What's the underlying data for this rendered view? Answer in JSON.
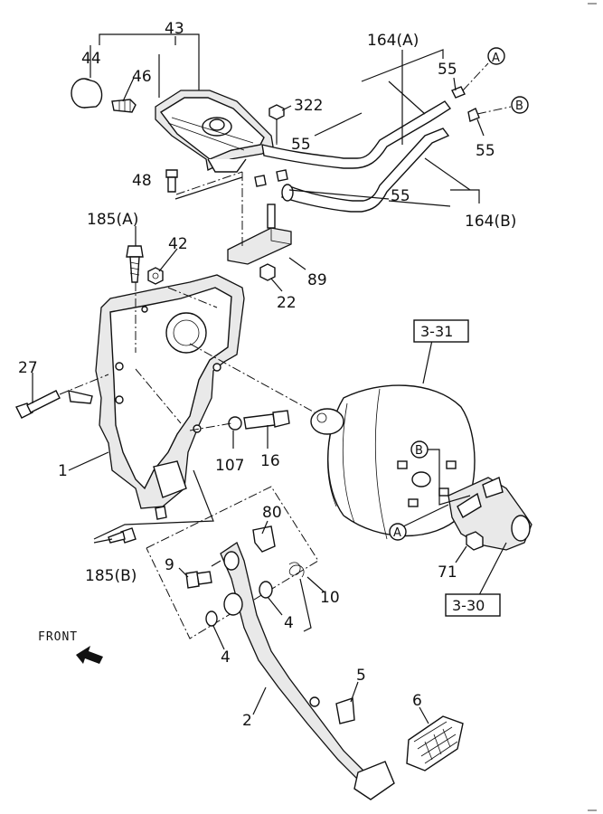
{
  "callouts": {
    "c43": "43",
    "c44": "44",
    "c46": "46",
    "c322": "322",
    "c48": "48",
    "c164a": "164(A)",
    "c55a": "55",
    "c55b": "55",
    "c55c": "55",
    "c55d": "55",
    "c164b": "164(B)",
    "c185a": "185(A)",
    "c42": "42",
    "c89": "89",
    "c22": "22",
    "c27": "27",
    "c1": "1",
    "c107": "107",
    "c16": "16",
    "c80": "80",
    "c9": "9",
    "c10": "10",
    "c4a": "4",
    "c4b": "4",
    "c185b": "185(B)",
    "c71": "71",
    "c5": "5",
    "c6": "6",
    "c2": "2"
  },
  "refs": {
    "r331": "3-31",
    "r330": "3-30"
  },
  "markers": {
    "mA1": "A",
    "mB1": "B",
    "mA2": "A",
    "mB2": "B"
  },
  "front_label": "FRONT"
}
